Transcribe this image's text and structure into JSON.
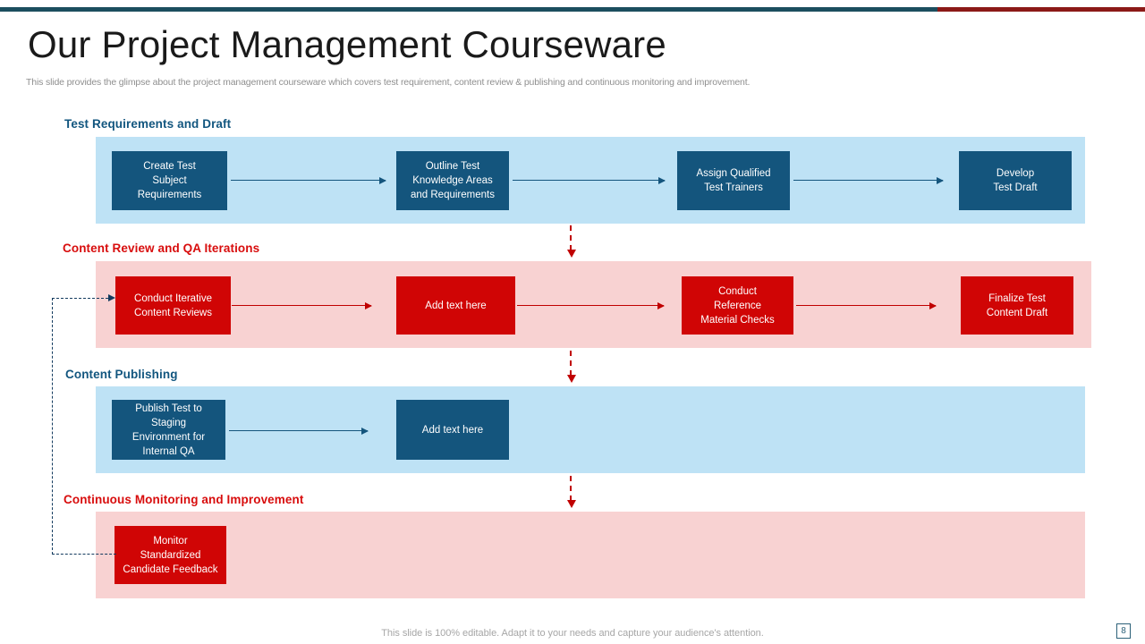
{
  "header": {
    "title": "Our Project Management Courseware",
    "subtitle": "This slide provides the glimpse about the project management courseware which covers test requirement, content review & publishing and continuous monitoring and improvement."
  },
  "colors": {
    "top_rule_teal": "#1C4E5E",
    "top_rule_red": "#8B1A17",
    "band_blue": "#BEE2F5",
    "band_pink": "#F8D2D2",
    "node_navy": "#14557D",
    "node_red": "#D00505",
    "label_blue": "#12567F",
    "label_red": "#D80D0D",
    "loop_dash": "#123A5E"
  },
  "sections": [
    {
      "label": "Test Requirements and Draft",
      "label_color": "blue",
      "band_color": "blue",
      "nodes": [
        {
          "text": "Create Test\nSubject\nRequirements",
          "style": "navy"
        },
        {
          "text": "Outline Test\nKnowledge Areas\nand Requirements",
          "style": "navy"
        },
        {
          "text": "Assign Qualified\nTest Trainers",
          "style": "navy"
        },
        {
          "text": "Develop\nTest Draft",
          "style": "navy"
        }
      ]
    },
    {
      "label": "Content Review and QA Iterations",
      "label_color": "red",
      "band_color": "pink",
      "nodes": [
        {
          "text": "Conduct Iterative\nContent Reviews",
          "style": "red"
        },
        {
          "text": "Add text here",
          "style": "red"
        },
        {
          "text": "Conduct\nReference\nMaterial Checks",
          "style": "red"
        },
        {
          "text": "Finalize Test\nContent Draft",
          "style": "red"
        }
      ]
    },
    {
      "label": "Content Publishing",
      "label_color": "blue",
      "band_color": "blue",
      "nodes": [
        {
          "text": "Publish Test to\nStaging\nEnvironment for\nInternal QA",
          "style": "navy"
        },
        {
          "text": "Add text here",
          "style": "navy"
        }
      ]
    },
    {
      "label": "Continuous Monitoring and Improvement",
      "label_color": "red",
      "band_color": "pink",
      "nodes": [
        {
          "text": "Monitor\nStandardized\nCandidate Feedback",
          "style": "red"
        }
      ]
    }
  ],
  "footer": {
    "note": "This slide is 100% editable. Adapt it to your needs and capture your audience's attention.",
    "page_number": "8"
  }
}
